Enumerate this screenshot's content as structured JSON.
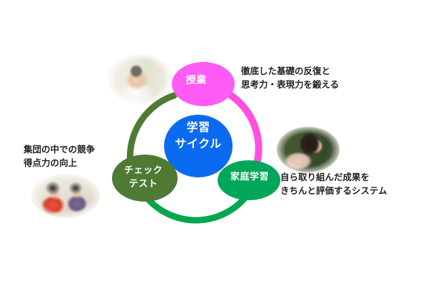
{
  "diagram": {
    "title": "学習サイクル",
    "type": "cycle-diagram",
    "center": {
      "name": "center-node",
      "line1": "学習",
      "line2": "サイクル",
      "color": "#0A6BF0",
      "text_color": "#FFFFFF"
    },
    "nodes": [
      {
        "id": "jugyo",
        "line1": "授業",
        "line2": "",
        "color": "#FF5CF5",
        "text_color": "#FFFFFF",
        "position": "top"
      },
      {
        "id": "katei-gakushu",
        "line1": "家庭学習",
        "line2": "",
        "color": "#00A65A",
        "text_color": "#FFFFFF",
        "position": "bottom-right"
      },
      {
        "id": "check-test",
        "line1": "チェック",
        "line2": "テスト",
        "color": "#4F7A33",
        "text_color": "#FFFFFF",
        "position": "bottom-left"
      }
    ],
    "arcs": [
      {
        "id": "arc-jugyo-to-katei",
        "color": "#FF4FE0",
        "from": "jugyo",
        "to": "katei-gakushu"
      },
      {
        "id": "arc-katei-to-check",
        "color": "#00A650",
        "from": "katei-gakushu",
        "to": "check-test"
      },
      {
        "id": "arc-check-to-jugyo",
        "color": "#4F7A33",
        "from": "check-test",
        "to": "jugyo"
      }
    ],
    "captions": [
      {
        "id": "caption-top-right",
        "line1": "徹底した基礎の反復と",
        "line2": "思考力・表現力を鍛える",
        "relates_to": "jugyo"
      },
      {
        "id": "caption-bottom-right",
        "line1": "自ら取り組んだ成果を",
        "line2": "きちんと評価するシステム",
        "relates_to": "katei-gakushu"
      },
      {
        "id": "caption-left",
        "line1": "集団の中での競争",
        "line2": "得点力の向上",
        "relates_to": "check-test"
      }
    ],
    "photos": [
      {
        "id": "photo-boy",
        "subject": "boy-studying-in-cap"
      },
      {
        "id": "photo-girl",
        "subject": "girl-studying-at-desk"
      },
      {
        "id": "photo-kids",
        "subject": "two-children-studying"
      }
    ]
  }
}
